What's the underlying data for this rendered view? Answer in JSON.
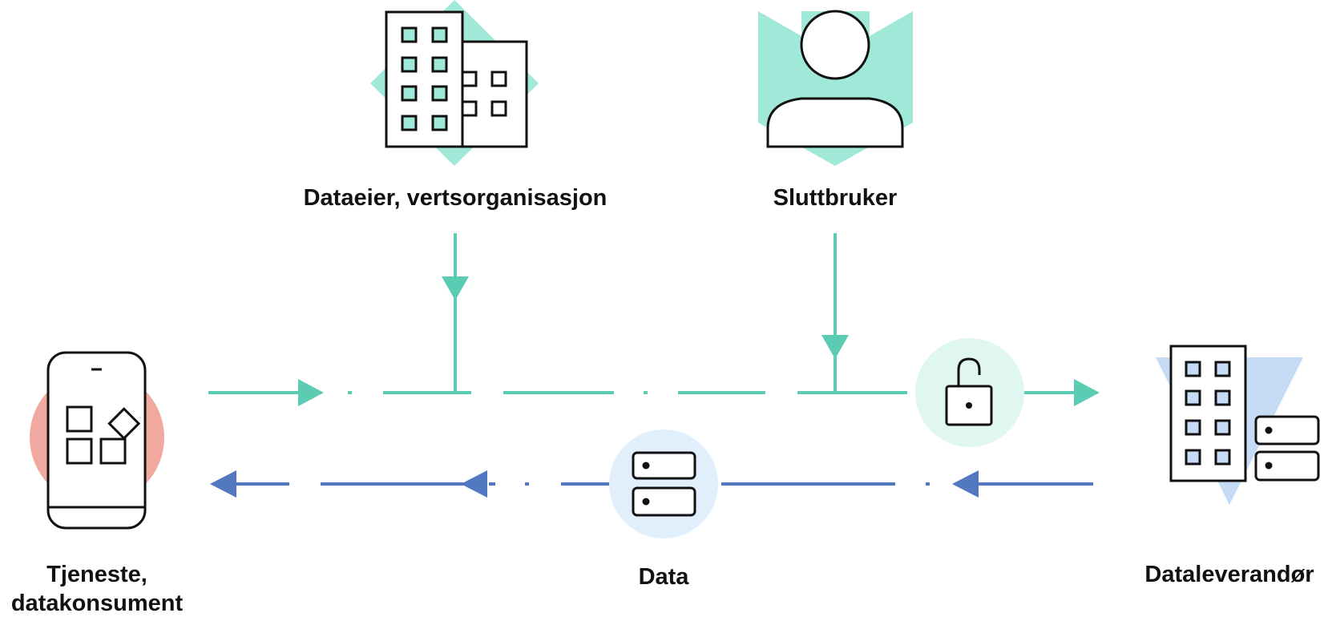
{
  "colors": {
    "teal": "#5ccbb4",
    "teal_light": "#a0e8d8",
    "teal_circle": "#e0f6f1",
    "blue": "#5278bf",
    "blue_light": "#c6dbf5",
    "blue_circle": "#e1effd",
    "salmon": "#f1a89e",
    "stroke": "#111111"
  },
  "nodes": {
    "data_owner": {
      "label": "Dataeier, vertsorganisasjon",
      "icon": "office-building-icon"
    },
    "end_user": {
      "label": "Sluttbruker",
      "icon": "user-icon"
    },
    "service": {
      "label_line1": "Tjeneste,",
      "label_line2": "datakonsument",
      "icon": "mobile-app-icon"
    },
    "data": {
      "label": "Data",
      "icon": "database-server-icon"
    },
    "data_provider": {
      "label": "Dataleverandør",
      "icon": "building-server-icon"
    },
    "lock": {
      "icon": "unlock-icon"
    }
  }
}
